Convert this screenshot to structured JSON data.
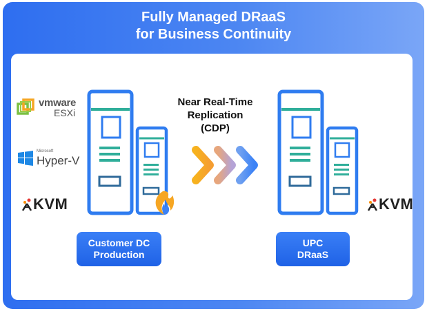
{
  "title": {
    "line1": "Fully Managed DRaaS",
    "line2": "for Business Continuity"
  },
  "logos": {
    "vmware": {
      "brand": "vmware",
      "product": "ESXi"
    },
    "hyperv": {
      "small": "Microsoft",
      "product": "Hyper-V"
    },
    "kvm": "KVM"
  },
  "replication": {
    "line1": "Near Real-Time",
    "line2": "Replication",
    "line3": "(CDP)"
  },
  "source": {
    "line1": "Customer DC",
    "line2": "Production"
  },
  "target": {
    "line1": "UPC",
    "line2": "DRaaS"
  },
  "colors": {
    "accent": "#2166e8",
    "server_blue": "#2f7cf0",
    "teal": "#2fae9a",
    "arrow_orange": "#f6a623",
    "arrow_blue": "#3b82f6"
  },
  "icons": [
    "vmware-logo-icon",
    "windows-logo-icon",
    "kvm-logo-icon",
    "server-icon",
    "flame-icon",
    "chevron-arrow-icon"
  ]
}
